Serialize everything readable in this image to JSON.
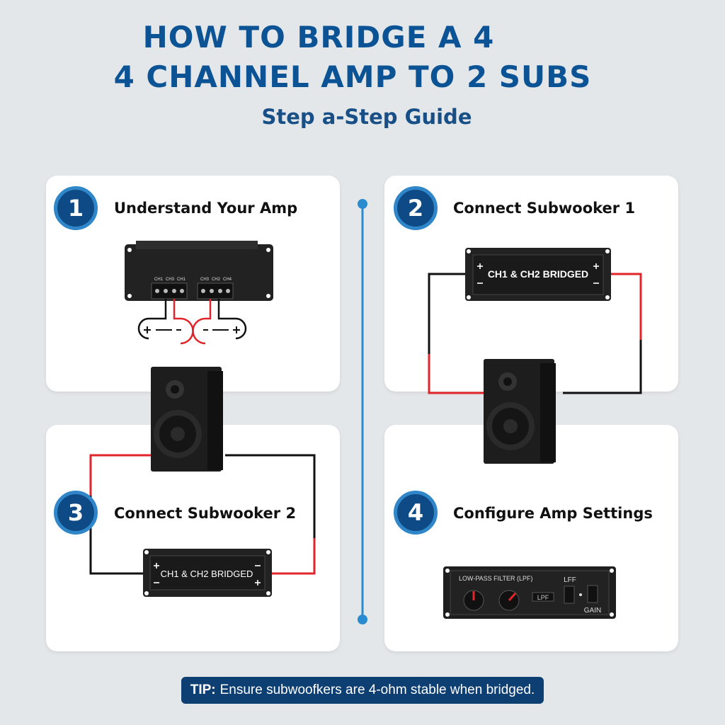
{
  "header": {
    "title_line1": "HOW TO BRIDGE A 4",
    "title_line2": "4 CHANNEL AMP TO 2 SUBS",
    "subtitle": "Step a-Step Guide"
  },
  "steps": [
    {
      "number": "1",
      "title": "Understand Your Amp",
      "channel_labels": [
        "CH1",
        "CH3",
        "CH1",
        "CH3",
        "CH2",
        "CH4"
      ]
    },
    {
      "number": "2",
      "title": "Connect Subwooker 1",
      "amp_label": "CH1 & CH2 BRIDGED"
    },
    {
      "number": "3",
      "title": "Connect Subwooker 2",
      "amp_label": "CH1 & CH2 BRIDGED"
    },
    {
      "number": "4",
      "title": "Configure Amp Settings",
      "panel": {
        "filter_label": "LOW-PASS FILTER (LPF)",
        "lpf_display": "LPF",
        "switch_label": "LFF",
        "gain_label": "GAIN"
      }
    }
  ],
  "tip": {
    "prefix": "TIP:",
    "text": "Ensure subwoofkers are 4-ohm stable when bridged."
  },
  "colors": {
    "accent": "#0b5394",
    "wire_red": "#e0262b",
    "wire_black": "#1a1a1a"
  }
}
